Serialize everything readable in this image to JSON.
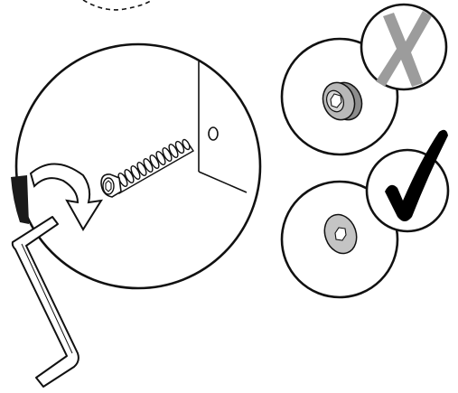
{
  "figure": {
    "kind": "assembly-instruction",
    "ink_color": "#111111",
    "dark_fill": "#1a1a1a",
    "metal_gray": "#9a9a9a",
    "wrong_mark_color": "#9c9c9c",
    "correct_mark_color": "#000000",
    "panels": [
      {
        "id": "main-detail",
        "content": "allen-key-turning-screw",
        "arrow": "clockwise-arrow"
      },
      {
        "id": "wrong-example",
        "content": "screw-head-protruding",
        "badge": "cross-mark"
      },
      {
        "id": "correct-example",
        "content": "screw-head-flush",
        "badge": "check-mark"
      }
    ]
  }
}
